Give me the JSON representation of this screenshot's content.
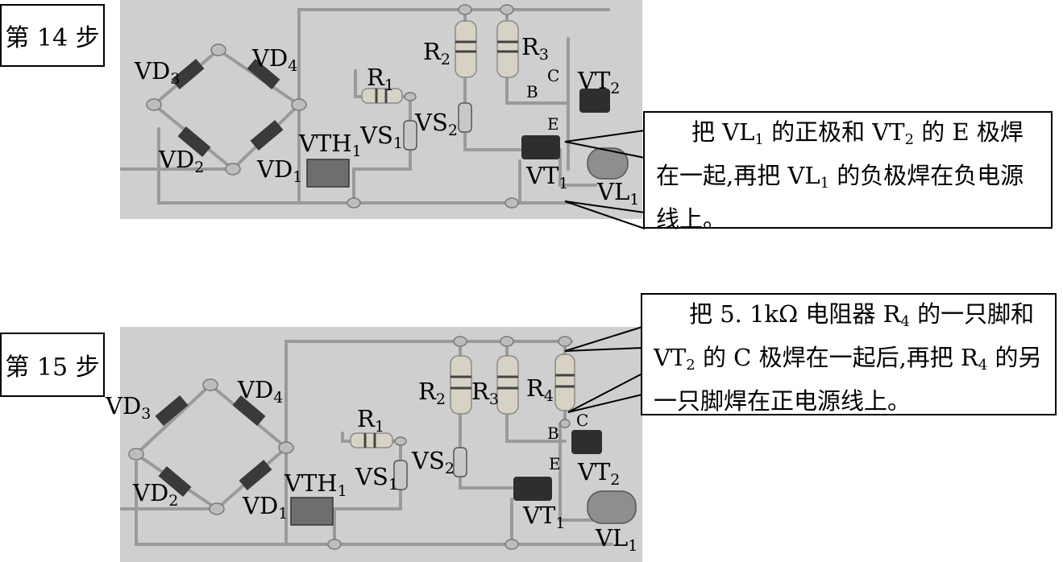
{
  "step14": {
    "label": "第 14 步",
    "callout": {
      "t1": "把 VL",
      "s1": "1",
      "t2": " 的正极和 VT",
      "s2": "2",
      "t3": " 的 E 极焊在一起,再把 VL",
      "s3": "1",
      "t4": " 的负极焊在负电源线上。"
    },
    "components": {
      "vd3": "VD",
      "vd3_sub": "3",
      "vd4": "VD",
      "vd4_sub": "4",
      "vd2": "VD",
      "vd2_sub": "2",
      "vd1": "VD",
      "vd1_sub": "1",
      "vth1": "VTH",
      "vth1_sub": "1",
      "r1": "R",
      "r1_sub": "1",
      "vs1": "VS",
      "vs1_sub": "1",
      "r2": "R",
      "r2_sub": "2",
      "r3": "R",
      "r3_sub": "3",
      "vs2": "VS",
      "vs2_sub": "2",
      "vt2": "VT",
      "vt2_sub": "2",
      "vt1": "VT",
      "vt1_sub": "1",
      "vl1": "VL",
      "vl1_sub": "1",
      "pin_c": "C",
      "pin_b": "B",
      "pin_e": "E"
    }
  },
  "step15": {
    "label": "第 15 步",
    "callout": {
      "t1": "把 5. 1kΩ 电阻器 R",
      "s1": "4",
      "t2": " 的一只脚和 VT",
      "s2": "2",
      "t3": " 的 C 极焊在一起后,再把 R",
      "s3": "4",
      "t4": " 的另一只脚焊在正电源线上。"
    },
    "components": {
      "vd3": "VD",
      "vd3_sub": "3",
      "vd4": "VD",
      "vd4_sub": "4",
      "vd2": "VD",
      "vd2_sub": "2",
      "vd1": "VD",
      "vd1_sub": "1",
      "vth1": "VTH",
      "vth1_sub": "1",
      "r1": "R",
      "r1_sub": "1",
      "vs1": "VS",
      "vs1_sub": "1",
      "r2": "R",
      "r2_sub": "2",
      "r3": "R",
      "r3_sub": "3",
      "r4": "R",
      "r4_sub": "4",
      "vs2": "VS",
      "vs2_sub": "2",
      "vt2": "VT",
      "vt2_sub": "2",
      "vt1": "VT",
      "vt1_sub": "1",
      "vl1": "VL",
      "vl1_sub": "1",
      "pin_c": "C",
      "pin_b": "B",
      "pin_e": "E"
    }
  },
  "colors": {
    "photo_background": "#cfcfcf",
    "wire": "#9a9a9a",
    "component_dark": "#3a3a3a",
    "resistor_body": "#d8d2c4"
  }
}
